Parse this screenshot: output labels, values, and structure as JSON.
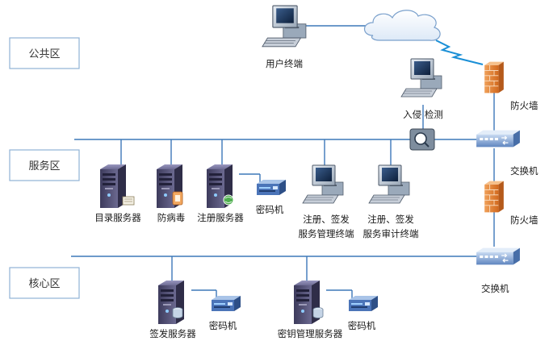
{
  "zones": [
    {
      "id": "public",
      "label": "公共区"
    },
    {
      "id": "service",
      "label": "服务区"
    },
    {
      "id": "core",
      "label": "核心区"
    }
  ],
  "nodes": {
    "user_terminal": {
      "label": "用户终端",
      "icon": "workstation-icon"
    },
    "ids": {
      "label": "入侵  检测",
      "icon": "workstation-icon"
    },
    "firewall_top": {
      "label": "防火墙",
      "icon": "firewall-icon"
    },
    "switch_top": {
      "label": "交换机",
      "icon": "switch-icon"
    },
    "firewall_mid": {
      "label": "防火墙",
      "icon": "firewall-icon"
    },
    "switch_bottom": {
      "label": "交换机",
      "icon": "switch-icon"
    },
    "catalog_server": {
      "label": "目录服务器",
      "icon": "server-icon"
    },
    "antivirus": {
      "label": "防病毒",
      "icon": "server-icon"
    },
    "registration_server": {
      "label": "注册服务器",
      "icon": "server-icon"
    },
    "cipher_machine_service": {
      "label": "密码机",
      "icon": "cipher-machine-icon"
    },
    "mgmt_terminal": {
      "line1": "注册、签发",
      "line2": "服务管理终端",
      "icon": "workstation-icon"
    },
    "audit_terminal": {
      "line1": "注册、签发",
      "line2": "服务审计终端",
      "icon": "workstation-icon"
    },
    "signing_server": {
      "label": "签发服务器",
      "icon": "server-icon"
    },
    "cipher_machine_core1": {
      "label": "密码机",
      "icon": "cipher-machine-icon"
    },
    "key_mgmt_server": {
      "label": "密钥管理服务器",
      "icon": "server-icon"
    },
    "cipher_machine_core2": {
      "label": "密码机",
      "icon": "cipher-machine-icon"
    },
    "internet_cloud": {
      "icon": "cloud-icon"
    },
    "ids_probe": {
      "icon": "probe-icon"
    }
  },
  "colors": {
    "line": "#3d78b8",
    "zone_border": "#8fb2d6",
    "server_body": "#4a4a6a",
    "firewall": "#e07a2e",
    "switch": "#6d92c8"
  }
}
